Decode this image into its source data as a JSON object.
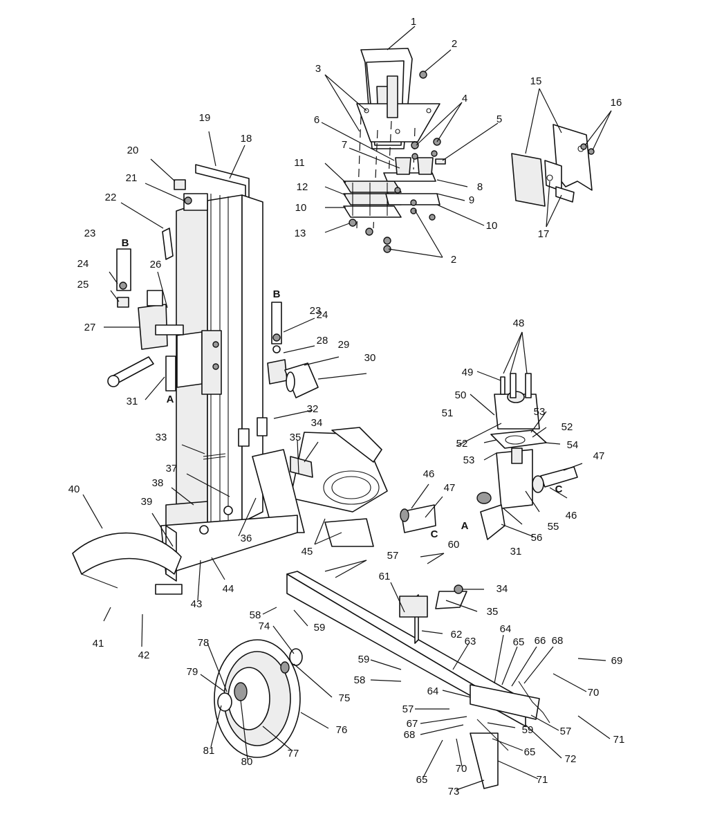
{
  "callouts": [
    "1",
    "2",
    "3",
    "4",
    "5",
    "6",
    "7",
    "8",
    "9",
    "10",
    "10",
    "11",
    "12",
    "13",
    "2",
    "15",
    "16",
    "17",
    "18",
    "19",
    "20",
    "21",
    "22",
    "23",
    "24",
    "25",
    "26",
    "27",
    "23",
    "24",
    "28",
    "29",
    "30",
    "31",
    "32",
    "33",
    "34",
    "35",
    "36",
    "37",
    "38",
    "39",
    "40",
    "41",
    "42",
    "43",
    "44",
    "45",
    "46",
    "47",
    "48",
    "49",
    "50",
    "51",
    "52",
    "52",
    "53",
    "53",
    "54",
    "55",
    "46",
    "47",
    "56",
    "31",
    "57",
    "60",
    "61",
    "58",
    "59",
    "34",
    "35",
    "62",
    "63",
    "64",
    "65",
    "66",
    "68",
    "69",
    "70",
    "59",
    "58",
    "64",
    "57",
    "67",
    "68",
    "57",
    "71",
    "72",
    "74",
    "78",
    "79",
    "75",
    "76",
    "77",
    "81",
    "80",
    "65",
    "70",
    "71",
    "73",
    "59",
    "65"
  ],
  "connectors": [
    "B",
    "A",
    "B",
    "A",
    "C",
    "C"
  ]
}
